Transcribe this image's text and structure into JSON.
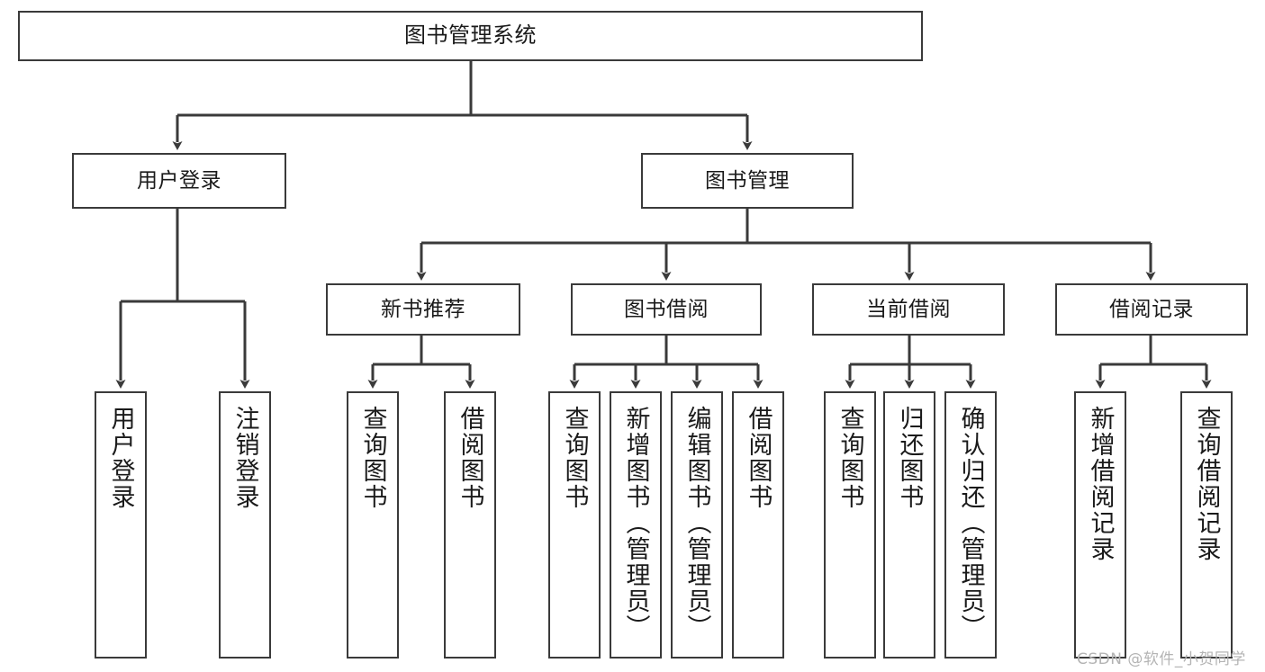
{
  "diagram": {
    "type": "tree-hierarchy",
    "title_node": {
      "label": "图书管理系统"
    },
    "level2": [
      {
        "id": "user-login",
        "label": "用户登录"
      },
      {
        "id": "book-management",
        "label": "图书管理"
      }
    ],
    "level3": [
      {
        "id": "new-book-recommend",
        "label": "新书推荐"
      },
      {
        "id": "book-borrow",
        "label": "图书借阅"
      },
      {
        "id": "current-borrow",
        "label": "当前借阅"
      },
      {
        "id": "borrow-record",
        "label": "借阅记录"
      }
    ],
    "leaves": [
      {
        "id": "leaf-user-login",
        "label": "用户登录",
        "parent": "user-login"
      },
      {
        "id": "leaf-logout-login",
        "label": "注销登录",
        "parent": "user-login"
      },
      {
        "id": "leaf-query-book-1",
        "label": "查询图书",
        "parent": "new-book-recommend"
      },
      {
        "id": "leaf-borrow-book-1",
        "label": "借阅图书",
        "parent": "new-book-recommend"
      },
      {
        "id": "leaf-query-book-2",
        "label": "查询图书",
        "parent": "book-borrow"
      },
      {
        "id": "leaf-add-book",
        "label": "新增图书（管理员）",
        "parent": "book-borrow"
      },
      {
        "id": "leaf-edit-book",
        "label": "编辑图书（管理员）",
        "parent": "book-borrow"
      },
      {
        "id": "leaf-borrow-book-2",
        "label": "借阅图书",
        "parent": "book-borrow"
      },
      {
        "id": "leaf-query-book-3",
        "label": "查询图书",
        "parent": "current-borrow"
      },
      {
        "id": "leaf-return-book",
        "label": "归还图书",
        "parent": "current-borrow"
      },
      {
        "id": "leaf-confirm-return",
        "label": "确认归还（管理员）",
        "parent": "current-borrow"
      },
      {
        "id": "leaf-add-borrow-record",
        "label": "新增借阅记录",
        "parent": "borrow-record"
      },
      {
        "id": "leaf-query-borrow-record",
        "label": "查询借阅记录",
        "parent": "borrow-record"
      }
    ],
    "colors": {
      "border": "#3a3a3a",
      "background": "#ffffff",
      "text": "#1a1a1a",
      "watermark": "#b4b4b4"
    }
  },
  "watermark": {
    "text": "CSDN @软件_小贺同学"
  }
}
